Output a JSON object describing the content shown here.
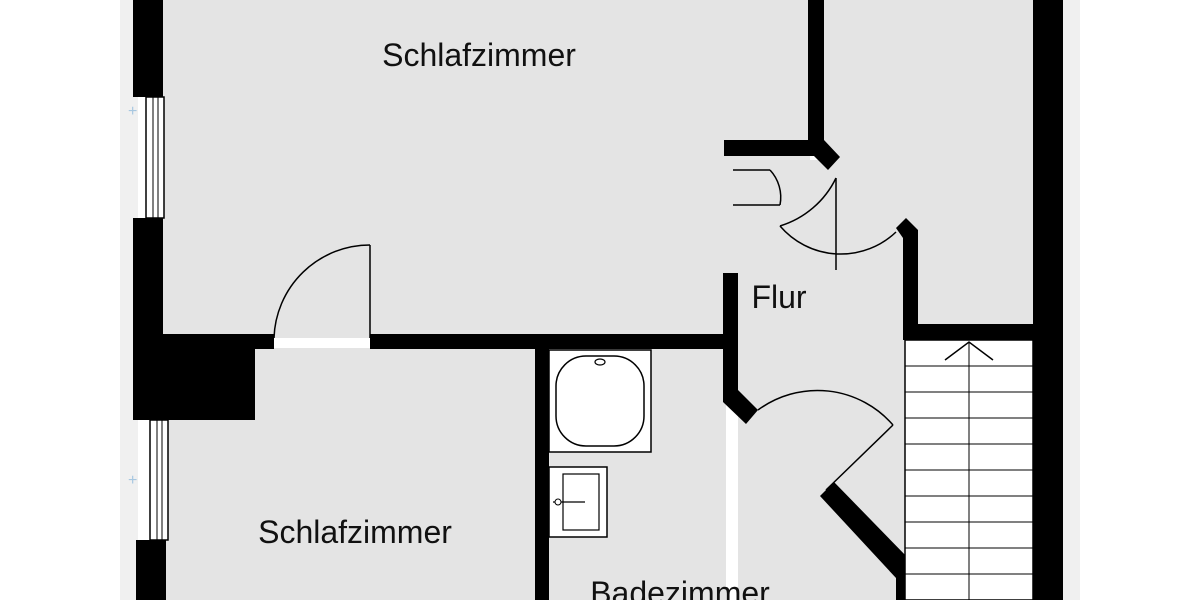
{
  "colors": {
    "background": "#ffffff",
    "margin_band": "#f0f0f0",
    "floor": "#e4e4e4",
    "wall": "#000000",
    "fixture": "#ffffff",
    "window_mark": "#a7c7e0"
  },
  "rooms": [
    {
      "id": "bedroom-top",
      "label": "Schlafzimmer"
    },
    {
      "id": "hallway",
      "label": "Flur"
    },
    {
      "id": "bedroom-bottom",
      "label": "Schlafzimmer"
    },
    {
      "id": "bathroom",
      "label": "Badezimmer"
    }
  ],
  "fixtures": [
    {
      "type": "bathtub"
    },
    {
      "type": "sink"
    },
    {
      "type": "staircase",
      "direction": "up"
    }
  ]
}
